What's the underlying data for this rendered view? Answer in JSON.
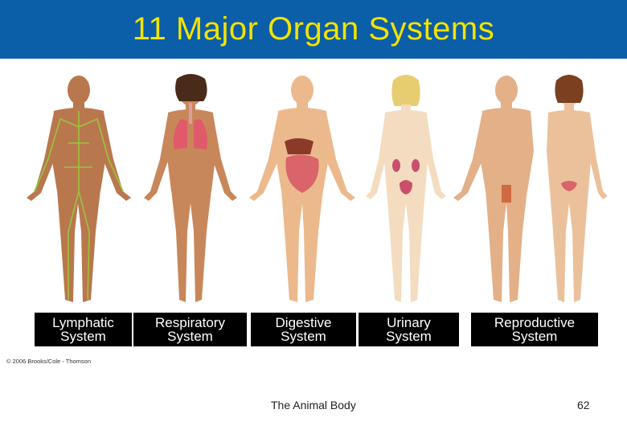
{
  "title": "11 Major Organ Systems",
  "labels": [
    "Lymphatic\nSystem",
    "Respiratory\nSystem",
    "Digestive\nSystem",
    "Urinary\nSystem",
    "Reproductive\nSystem"
  ],
  "credit": "© 2006 Brooks/Cole - Thomson",
  "footer": {
    "center": "The Animal Body",
    "page_number": "62"
  },
  "colors": {
    "title_bar": "#0b5ea8",
    "title_text": "#f2e300",
    "label_bg": "#000000",
    "label_text": "#ffffff"
  }
}
